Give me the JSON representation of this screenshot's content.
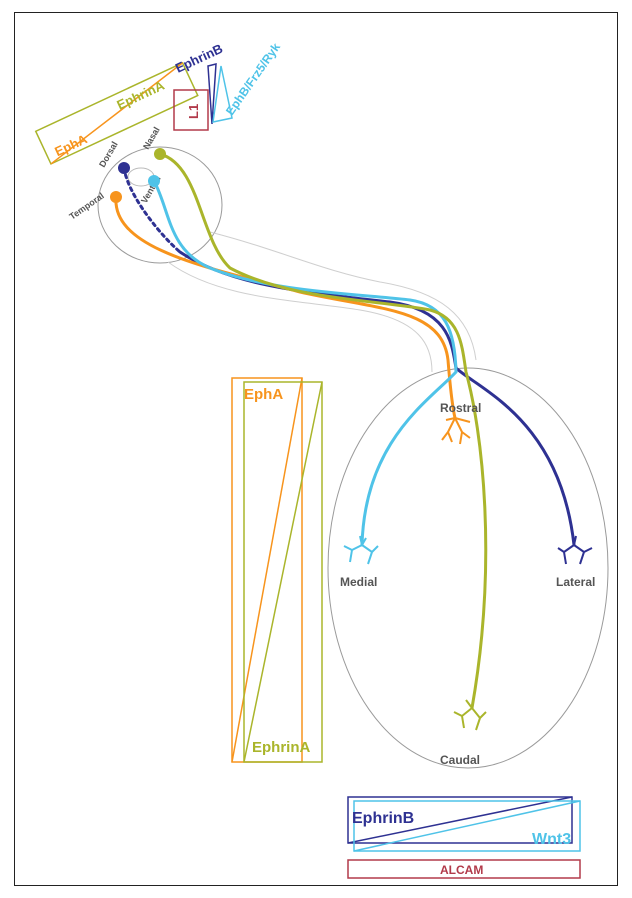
{
  "colors": {
    "orange": "#f7941d",
    "olive": "#aab52b",
    "navy": "#2e3192",
    "cyan": "#4fc3e8",
    "crimson": "#b23a4a",
    "grey": "#9a9a9a",
    "text_grey": "#555555"
  },
  "top_gradient_left": {
    "upper": "EphrinA",
    "lower": "EphA"
  },
  "top_gradient_right": {
    "upper": "EphrinB",
    "lower": "EphB/Frz5/Ryk",
    "box": "L1"
  },
  "retina": {
    "temporal": "Temporal",
    "dorsal": "Dorsal",
    "nasal": "Nasal",
    "ventral": "Ventral"
  },
  "tectum": {
    "rostral": "Rostral",
    "medial": "Medial",
    "lateral": "Lateral",
    "caudal": "Caudal"
  },
  "vertical_gradient": {
    "top": "EphA",
    "bottom": "EphrinA"
  },
  "bottom_gradient": {
    "left": "EphrinB",
    "right": "Wnt3",
    "bar": "ALCAM"
  }
}
